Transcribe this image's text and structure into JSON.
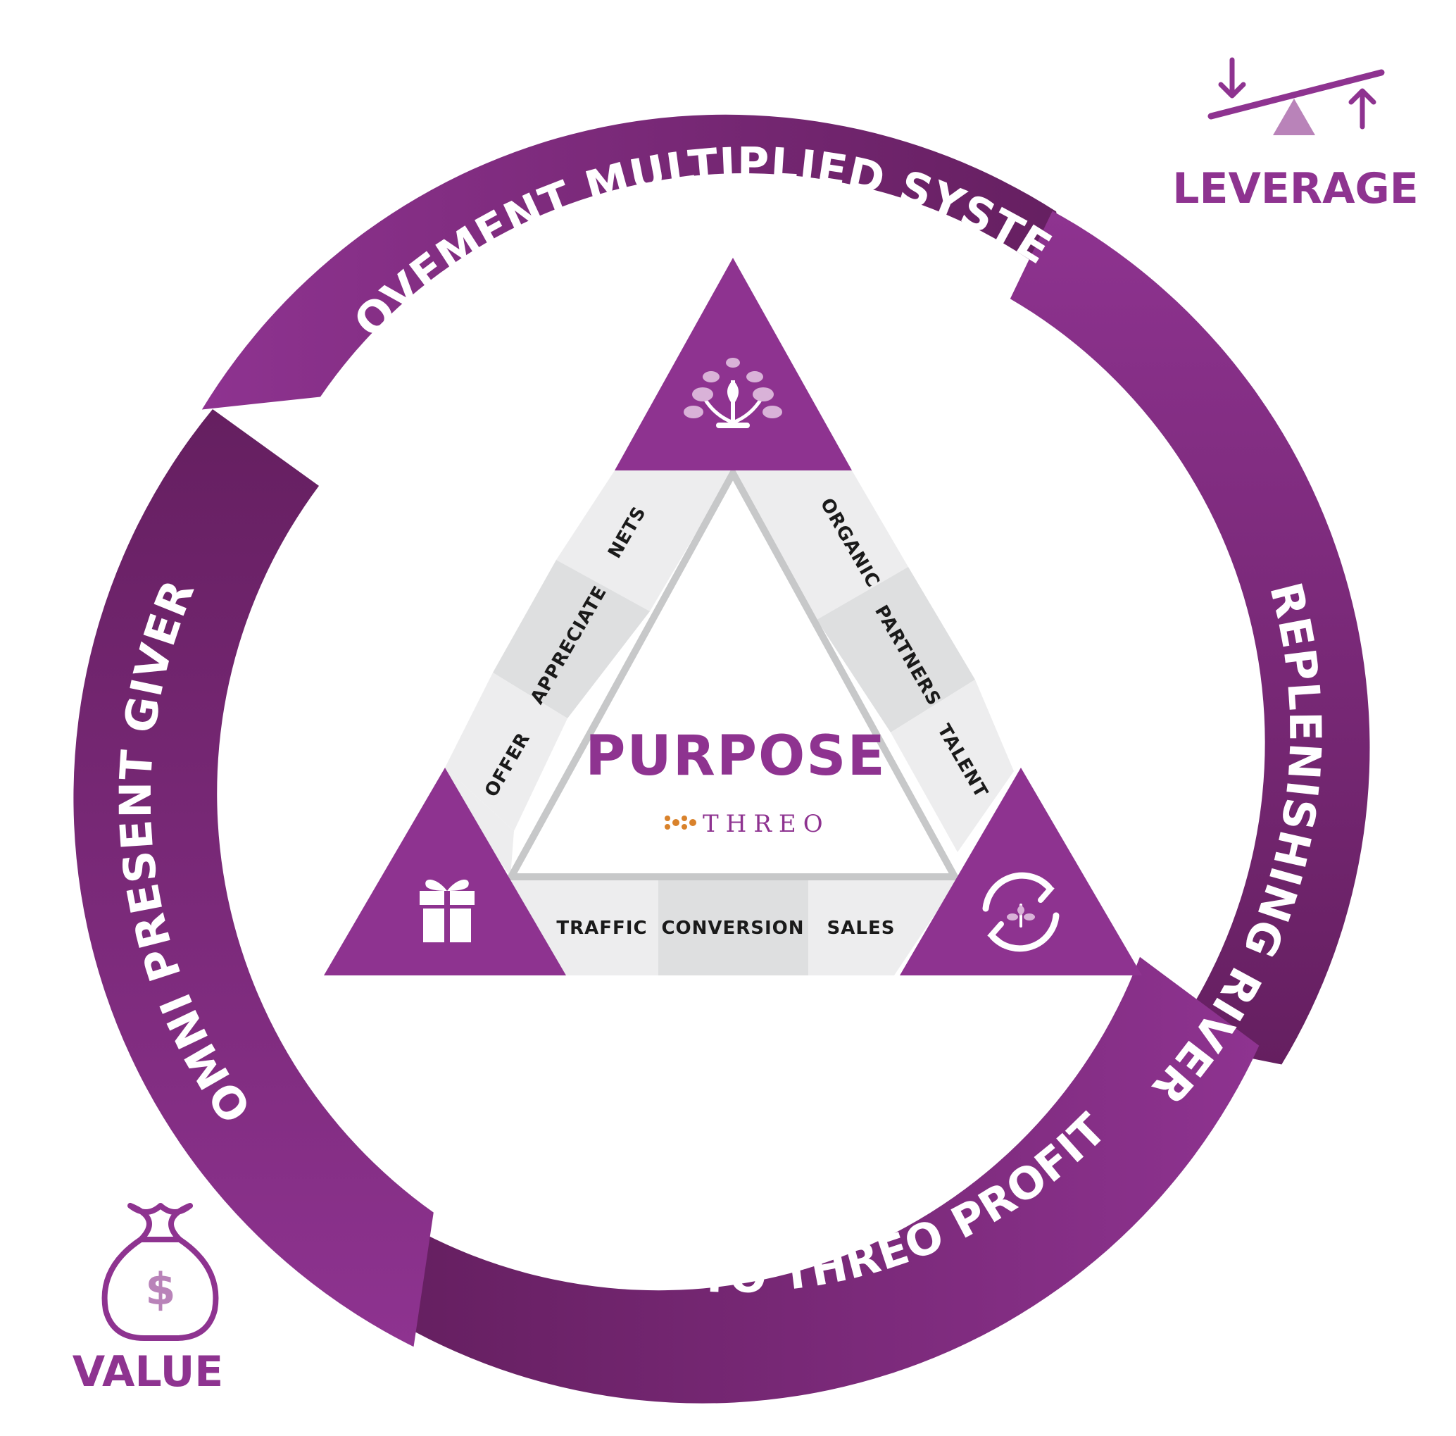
{
  "colors": {
    "purple": "#8e3390",
    "purple_dark": "#651f60",
    "gray_cell": "#ededee",
    "gray_cell_alt": "#dedfe0",
    "gray_line": "#c7c8c9",
    "accent_orange": "#d9822b",
    "lavender": "#b983b9"
  },
  "ring": {
    "segments": [
      {
        "label": "MOVEMENT MULTIPLIED SYSTEM"
      },
      {
        "label": "REPLENISHING RIVER"
      },
      {
        "label": "PURPOSE TO THREO PROFIT"
      },
      {
        "label": "OMNI PRESENT GIVER"
      }
    ]
  },
  "corner_icons": {
    "top": "tree-icon",
    "left": "gift-icon",
    "right": "cycle-leaf-icon"
  },
  "left_side": [
    "NETS",
    "APPRECIATE",
    "OFFER"
  ],
  "right_side": [
    "ORGANIC",
    "PARTNERS",
    "TALENT"
  ],
  "bottom_side": [
    "TRAFFIC",
    "CONVERSION",
    "SALES"
  ],
  "center": {
    "title": "PURPOSE",
    "brand": "THREO",
    "brand_icon": "threo-logo-icon"
  },
  "legend": {
    "leverage": {
      "label": "LEVERAGE",
      "icon": "seesaw-icon"
    },
    "value": {
      "label": "VALUE",
      "icon": "money-bag-icon"
    }
  }
}
